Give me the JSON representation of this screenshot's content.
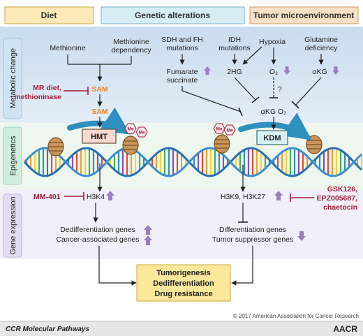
{
  "categories": {
    "diet": "Diet",
    "genetic": "Genetic alterations",
    "tumor": "Tumor microenvironment"
  },
  "side_labels": {
    "metabolic": "Metabolic change",
    "epigenetics": "Epigenetics",
    "gene_expression": "Gene expression"
  },
  "metabolic": {
    "methionine": "Methionine",
    "methionine_dependency": [
      "Methionine",
      "dependency"
    ],
    "sdh_fh": [
      "SDH and FH",
      "mutations"
    ],
    "idh": [
      "IDH",
      "mutations"
    ],
    "hypoxia": "Hypoxia",
    "glutamine": [
      "Glutamine",
      "deficiency"
    ],
    "fumarate": [
      "Fumarate",
      "succinate"
    ],
    "two_hg": "2HG",
    "o2": "O₂",
    "question": "?",
    "akg": "αKG",
    "akg_o2": "αKG O₂",
    "mr_diet": [
      "MR diet,",
      "methioninase"
    ],
    "sam": "SAM",
    "sam2": "SAM"
  },
  "epigenetics": {
    "hmt": "HMT",
    "kdm": "KDM",
    "me": "Me"
  },
  "gene_expression": {
    "mm401": "MM-401",
    "h3k4": "H3K4",
    "h3k9_h3k27": "H3K9, H3K27",
    "inhibitors": [
      "GSK126,",
      "EPZ005687,",
      "chaetocin"
    ],
    "dediff_genes": "Dedifferentiation genes",
    "cancer_genes": "Cancer-associated genes",
    "diff_genes": "Differentiation genes",
    "tumor_suppressor": "Tumor suppressor genes"
  },
  "outcome": [
    "Tumorigenesis",
    "Dedifferentiation",
    "Drug resistance"
  ],
  "footer": {
    "copyright": "© 2017 American Association for Cancer Research",
    "journal": "CCR Molecular Pathways",
    "logo": "AACR"
  },
  "colors": {
    "inhibitor_red": "#a21c3a",
    "sam_orange": "#e7811f",
    "up_down_arrow": "#9a7fc0",
    "outcome_box": "#fbe89a"
  }
}
